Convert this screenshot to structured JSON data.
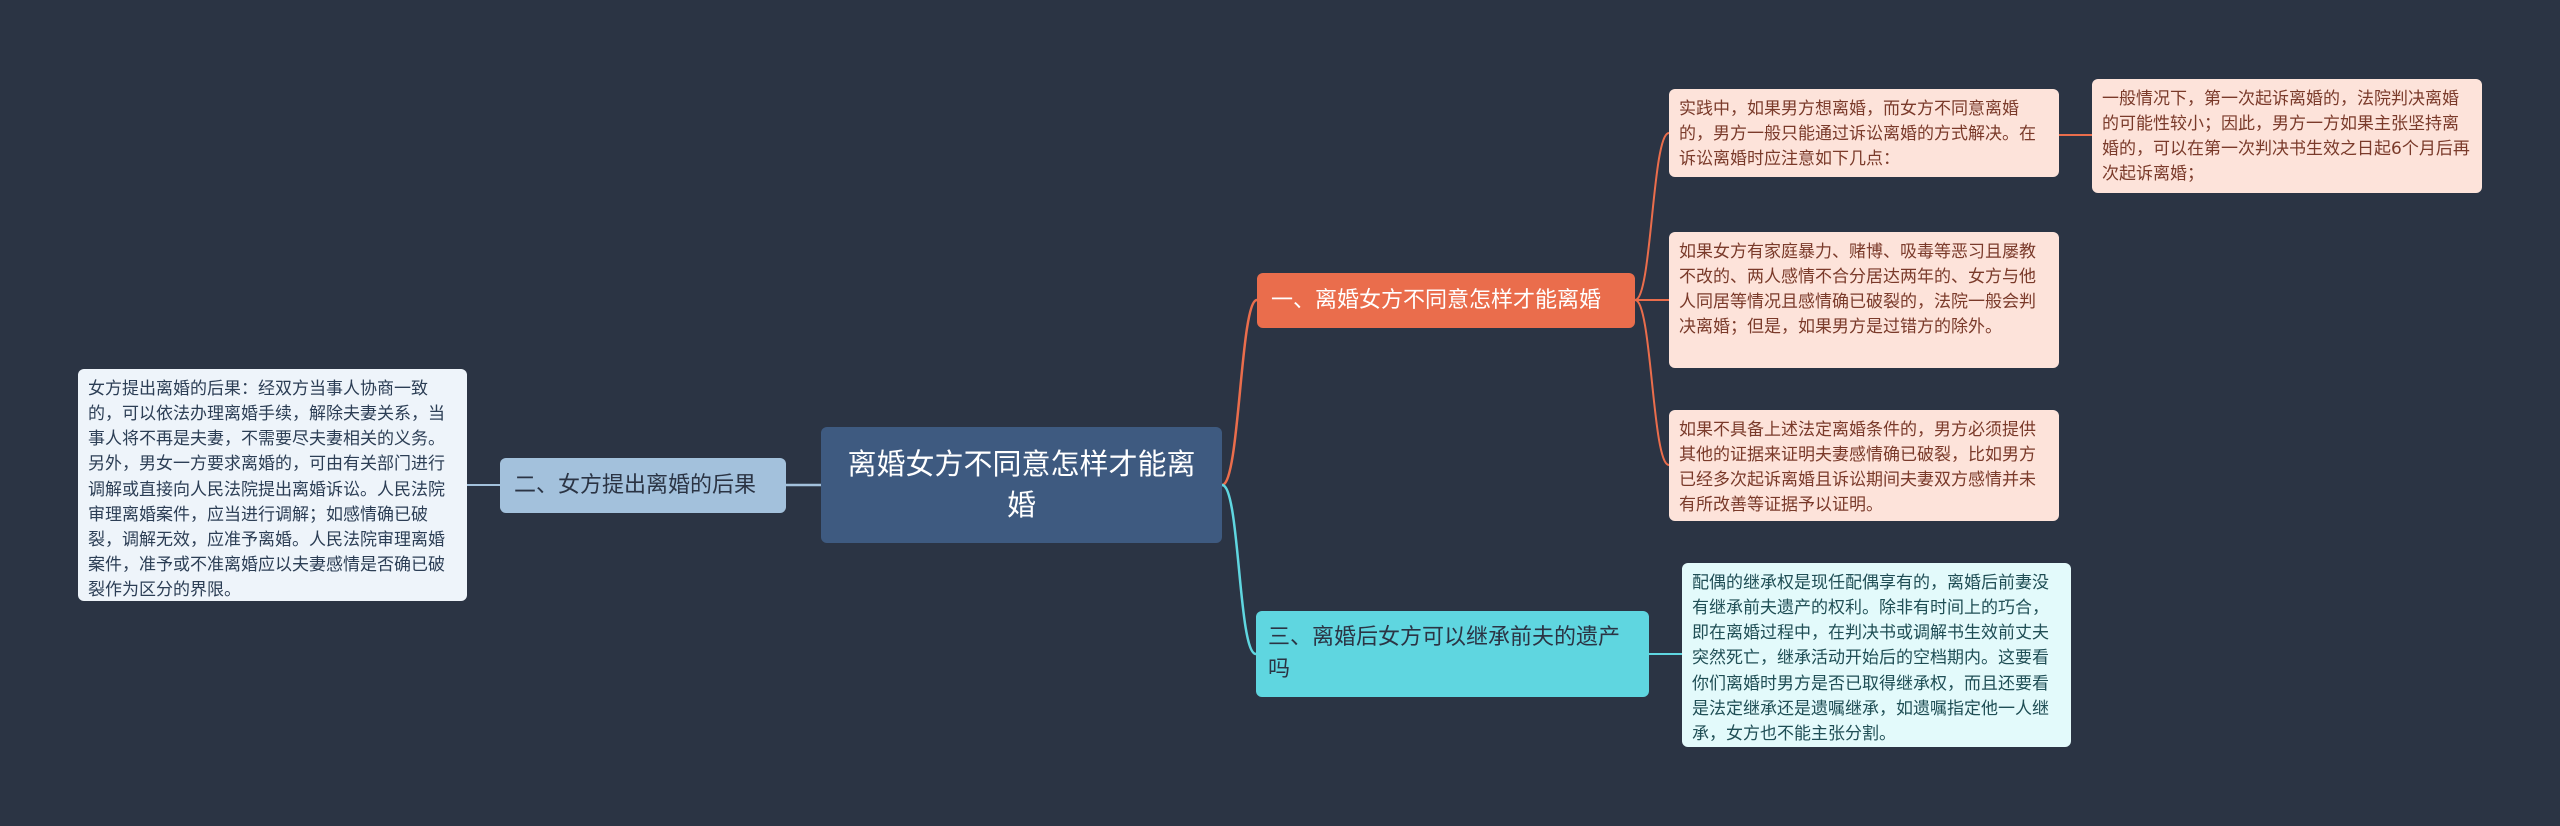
{
  "colors": {
    "background": "#2b3444",
    "root": "#3e5a80",
    "branch1": "#ea6d4c",
    "branch2": "#a3c1dc",
    "branch3": "#5fd6e0",
    "link1": "#ea6d4c",
    "link2": "#a3c1dc",
    "link3": "#5fd6e0"
  },
  "root": {
    "label": "离婚女方不同意怎样才能离婚"
  },
  "branch1": {
    "label": "一、离婚女方不同意怎样才能离婚",
    "leaf1": "实践中，如果男方想离婚，而女方不同意离婚的，男方一般只能通过诉讼离婚的方式解决。在诉讼离婚时应注意如下几点：",
    "leaf1_child": "一般情况下，第一次起诉离婚的，法院判决离婚的可能性较小；因此，男方一方如果主张坚持离婚的，可以在第一次判决书生效之日起6个月后再次起诉离婚；",
    "leaf2": "如果女方有家庭暴力、赌博、吸毒等恶习且屡教不改的、两人感情不合分居达两年的、女方与他人同居等情况且感情确已破裂的，法院一般会判决离婚；但是，如果男方是过错方的除外。",
    "leaf3": "如果不具备上述法定离婚条件的，男方必须提供其他的证据来证明夫妻感情确已破裂，比如男方已经多次起诉离婚且诉讼期间夫妻双方感情并未有所改善等证据予以证明。"
  },
  "branch2": {
    "label": "二、女方提出离婚的后果",
    "leaf1": "女方提出离婚的后果：经双方当事人协商一致的，可以依法办理离婚手续，解除夫妻关系，当事人将不再是夫妻，不需要尽夫妻相关的义务。另外，男女一方要求离婚的，可由有关部门进行调解或直接向人民法院提出离婚诉讼。人民法院审理离婚案件，应当进行调解；如感情确已破裂，调解无效，应准予离婚。人民法院审理离婚案件，准予或不准离婚应以夫妻感情是否确已破裂作为区分的界限。"
  },
  "branch3": {
    "label": "三、离婚后女方可以继承前夫的遗产吗",
    "leaf1": "配偶的继承权是现任配偶享有的，离婚后前妻没有继承前夫遗产的权利。除非有时间上的巧合，即在离婚过程中，在判决书或调解书生效前丈夫突然死亡，继承活动开始后的空档期内。这要看你们离婚时男方是否已取得继承权，而且还要看是法定继承还是遗嘱继承，如遗嘱指定他一人继承，女方也不能主张分割。"
  }
}
